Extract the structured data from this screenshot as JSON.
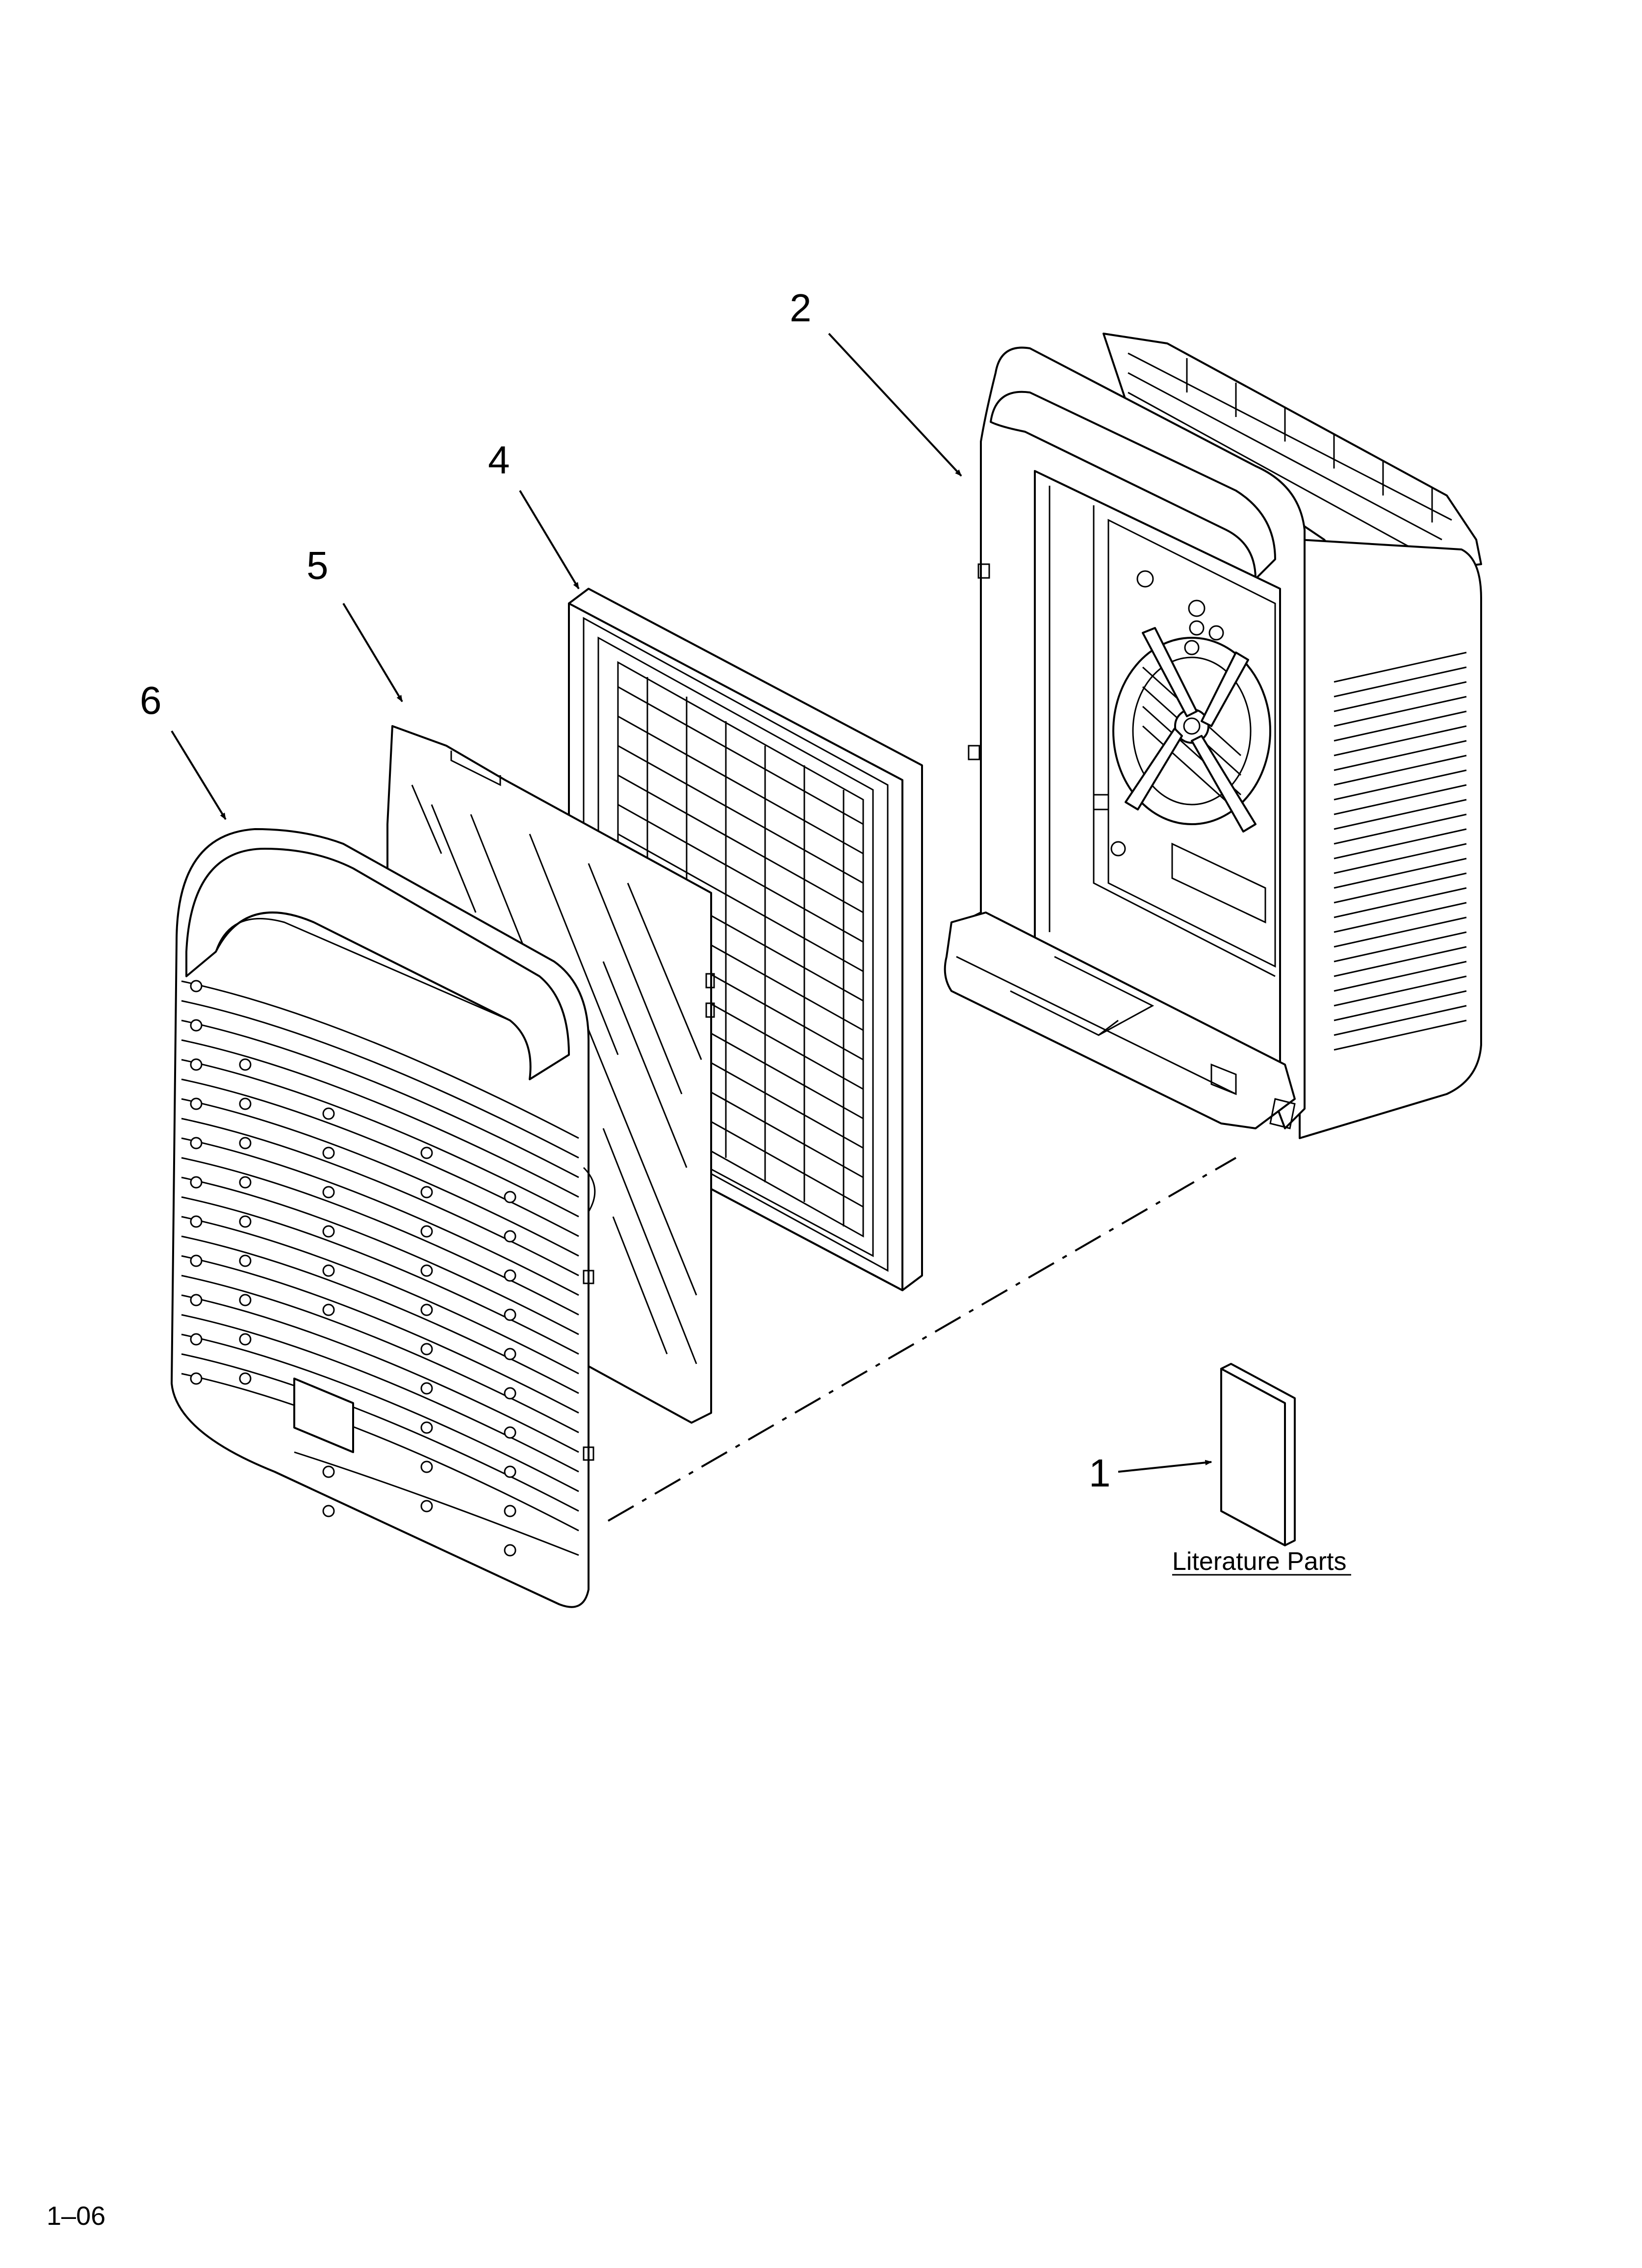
{
  "callouts": {
    "part_1": "1",
    "part_2": "2",
    "part_4": "4",
    "part_5": "5",
    "part_6": "6"
  },
  "literature_label": "Literature Parts",
  "revision": "1–06"
}
